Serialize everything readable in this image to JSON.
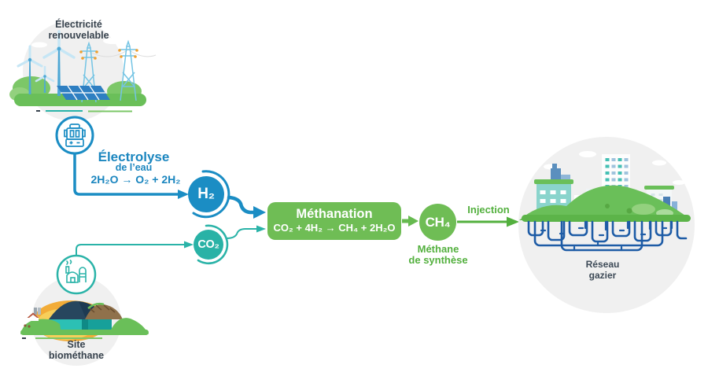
{
  "colors": {
    "blue": "#1b8dc4",
    "teal": "#2ab3a8",
    "green_box": "#6fbd55",
    "green_text": "#53b03e",
    "dark_text": "#37424d",
    "pipe_blue": "#1e5ca6",
    "circle_bg": "#f0f0f0"
  },
  "renewable": {
    "line1": "Électricité",
    "line2": "renouvelable"
  },
  "electrolysis": {
    "title": "Électrolyse",
    "subtitle": "de l’eau",
    "formula": "2H₂O → O₂ + 2H₂"
  },
  "h2_label": "H₂",
  "co2_label": "CO₂",
  "methanation": {
    "title": "Méthanation",
    "formula": "CO₂ + 4H₂ → CH₄ + 2H₂O"
  },
  "ch4_label": "CH₄",
  "injection_label": "Injection",
  "methane_synthese": {
    "line1": "Méthane",
    "line2": "de synthèse"
  },
  "reseau_gazier": {
    "line1": "Réseau",
    "line2": "gazier"
  },
  "site_biomethane": {
    "line1": "Site",
    "line2": "biométhane"
  }
}
